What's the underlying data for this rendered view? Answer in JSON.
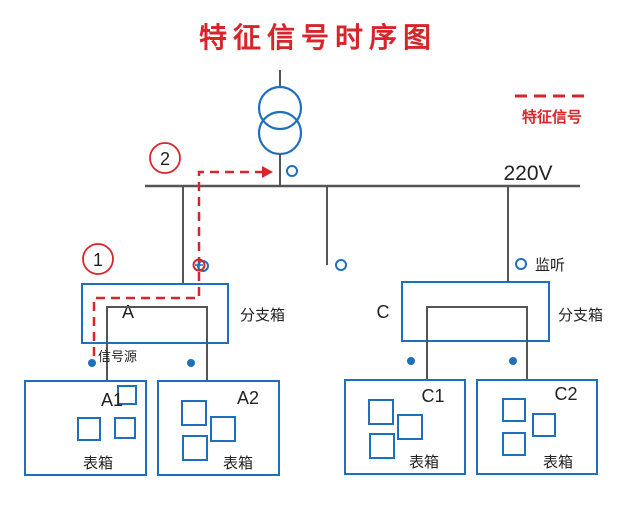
{
  "title": "特征信号时序图",
  "legend": {
    "label": "特征信号",
    "color": "#d7262b"
  },
  "bus_voltage": "220V",
  "markers": {
    "step1": "1",
    "step2": "2"
  },
  "branch_boxes": {
    "a_label": "A",
    "c_label": "C",
    "type_label": "分支箱"
  },
  "monitor_label": "监听",
  "signal_source_label": "信号源",
  "meter_boxes": [
    {
      "id": "A1",
      "type_label": "表箱"
    },
    {
      "id": "A2",
      "type_label": "表箱"
    },
    {
      "id": "C1",
      "type_label": "表箱"
    },
    {
      "id": "C2",
      "type_label": "表箱"
    }
  ],
  "colors": {
    "equipment": "#1f6fbf",
    "wire": "#555555",
    "signal": "#d7262b"
  }
}
